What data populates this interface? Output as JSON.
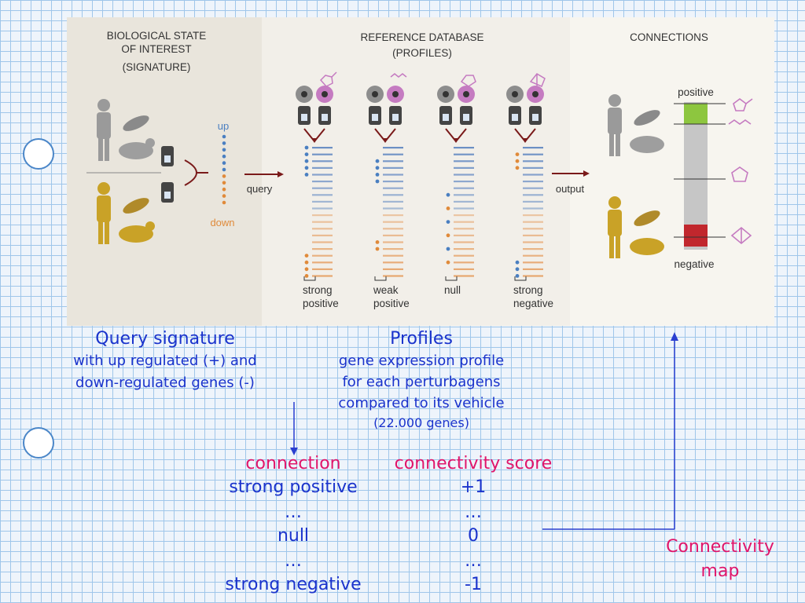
{
  "figure": {
    "panels": {
      "signature": [
        "BIOLOGICAL STATE",
        "OF INTEREST",
        "(SIGNATURE)"
      ],
      "reference": [
        "REFERENCE DATABASE",
        "(PROFILES)"
      ],
      "connections": "CONNECTIONS"
    },
    "labels": {
      "up": "up",
      "down": "down",
      "query": "query",
      "output": "output",
      "positive": "positive",
      "negative": "negative"
    },
    "profiles": [
      {
        "line1": "strong",
        "line2": "positive"
      },
      {
        "line1": "weak",
        "line2": "positive"
      },
      {
        "line1": "null",
        "line2": ""
      },
      {
        "line1": "strong",
        "line2": "negative"
      }
    ],
    "colors": {
      "up_gene": "#4a7fc1",
      "down_gene": "#e08a3a",
      "arrow": "#7a1a1a",
      "positive_band": "#8dc63f",
      "negative_band": "#c1272d",
      "human_top": "#9a9a9a",
      "human_bottom": "#c9a227"
    }
  },
  "query_signature": {
    "title": "Query signature",
    "line1": "with up regulated  (+) and",
    "line2": "down-regulated genes (-)"
  },
  "profiles_text": {
    "title": "Profiles",
    "line1": "gene expression profile",
    "line2": "for each perturbagens",
    "line3": "compared to its vehicle",
    "line4": "(22.000 genes)"
  },
  "table": {
    "headers": [
      "connection",
      "connectivity score"
    ],
    "rows": [
      [
        "strong positive",
        "+1"
      ],
      [
        "…",
        "…"
      ],
      [
        "null",
        "0"
      ],
      [
        "…",
        "…"
      ],
      [
        "strong negative",
        "-1"
      ]
    ]
  },
  "connectivity_map": {
    "line1": "Connectivity",
    "line2": "map"
  },
  "colors": {
    "text_blue": "#1a33cc",
    "text_pink": "#e0156a",
    "grid": "#9fc6ea"
  }
}
